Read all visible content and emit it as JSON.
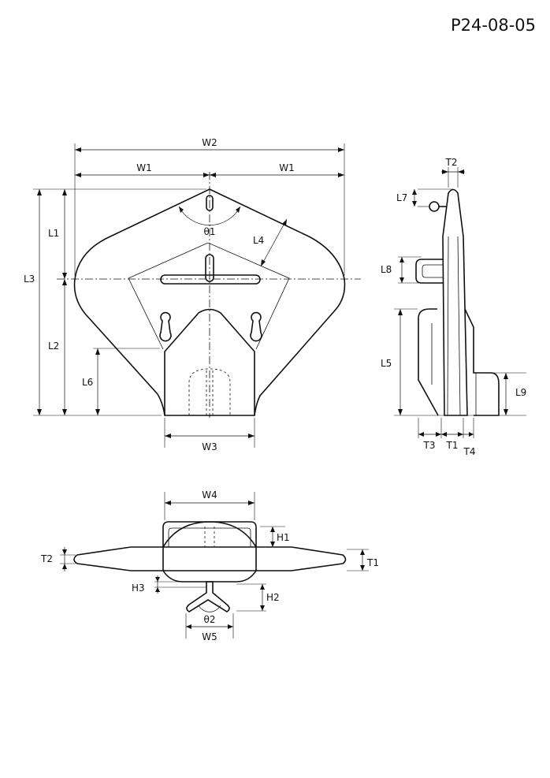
{
  "document": {
    "code": "P24-08-05"
  },
  "front_view": {
    "W2": "W2",
    "W1_left": "W1",
    "W1_right": "W1",
    "W3": "W3",
    "L1": "L1",
    "L2": "L2",
    "L3": "L3",
    "L4": "L4",
    "L6": "L6",
    "theta1": "θ1"
  },
  "side_view": {
    "T2": "T2",
    "L7": "L7",
    "L8": "L8",
    "L5": "L5",
    "L9": "L9",
    "T3": "T3",
    "T1": "T1",
    "T4": "T4"
  },
  "bottom_view": {
    "W4": "W4",
    "H1": "H1",
    "T2": "T2",
    "T1": "T1",
    "H3": "H3",
    "H2": "H2",
    "theta2": "θ2",
    "W5": "W5"
  }
}
